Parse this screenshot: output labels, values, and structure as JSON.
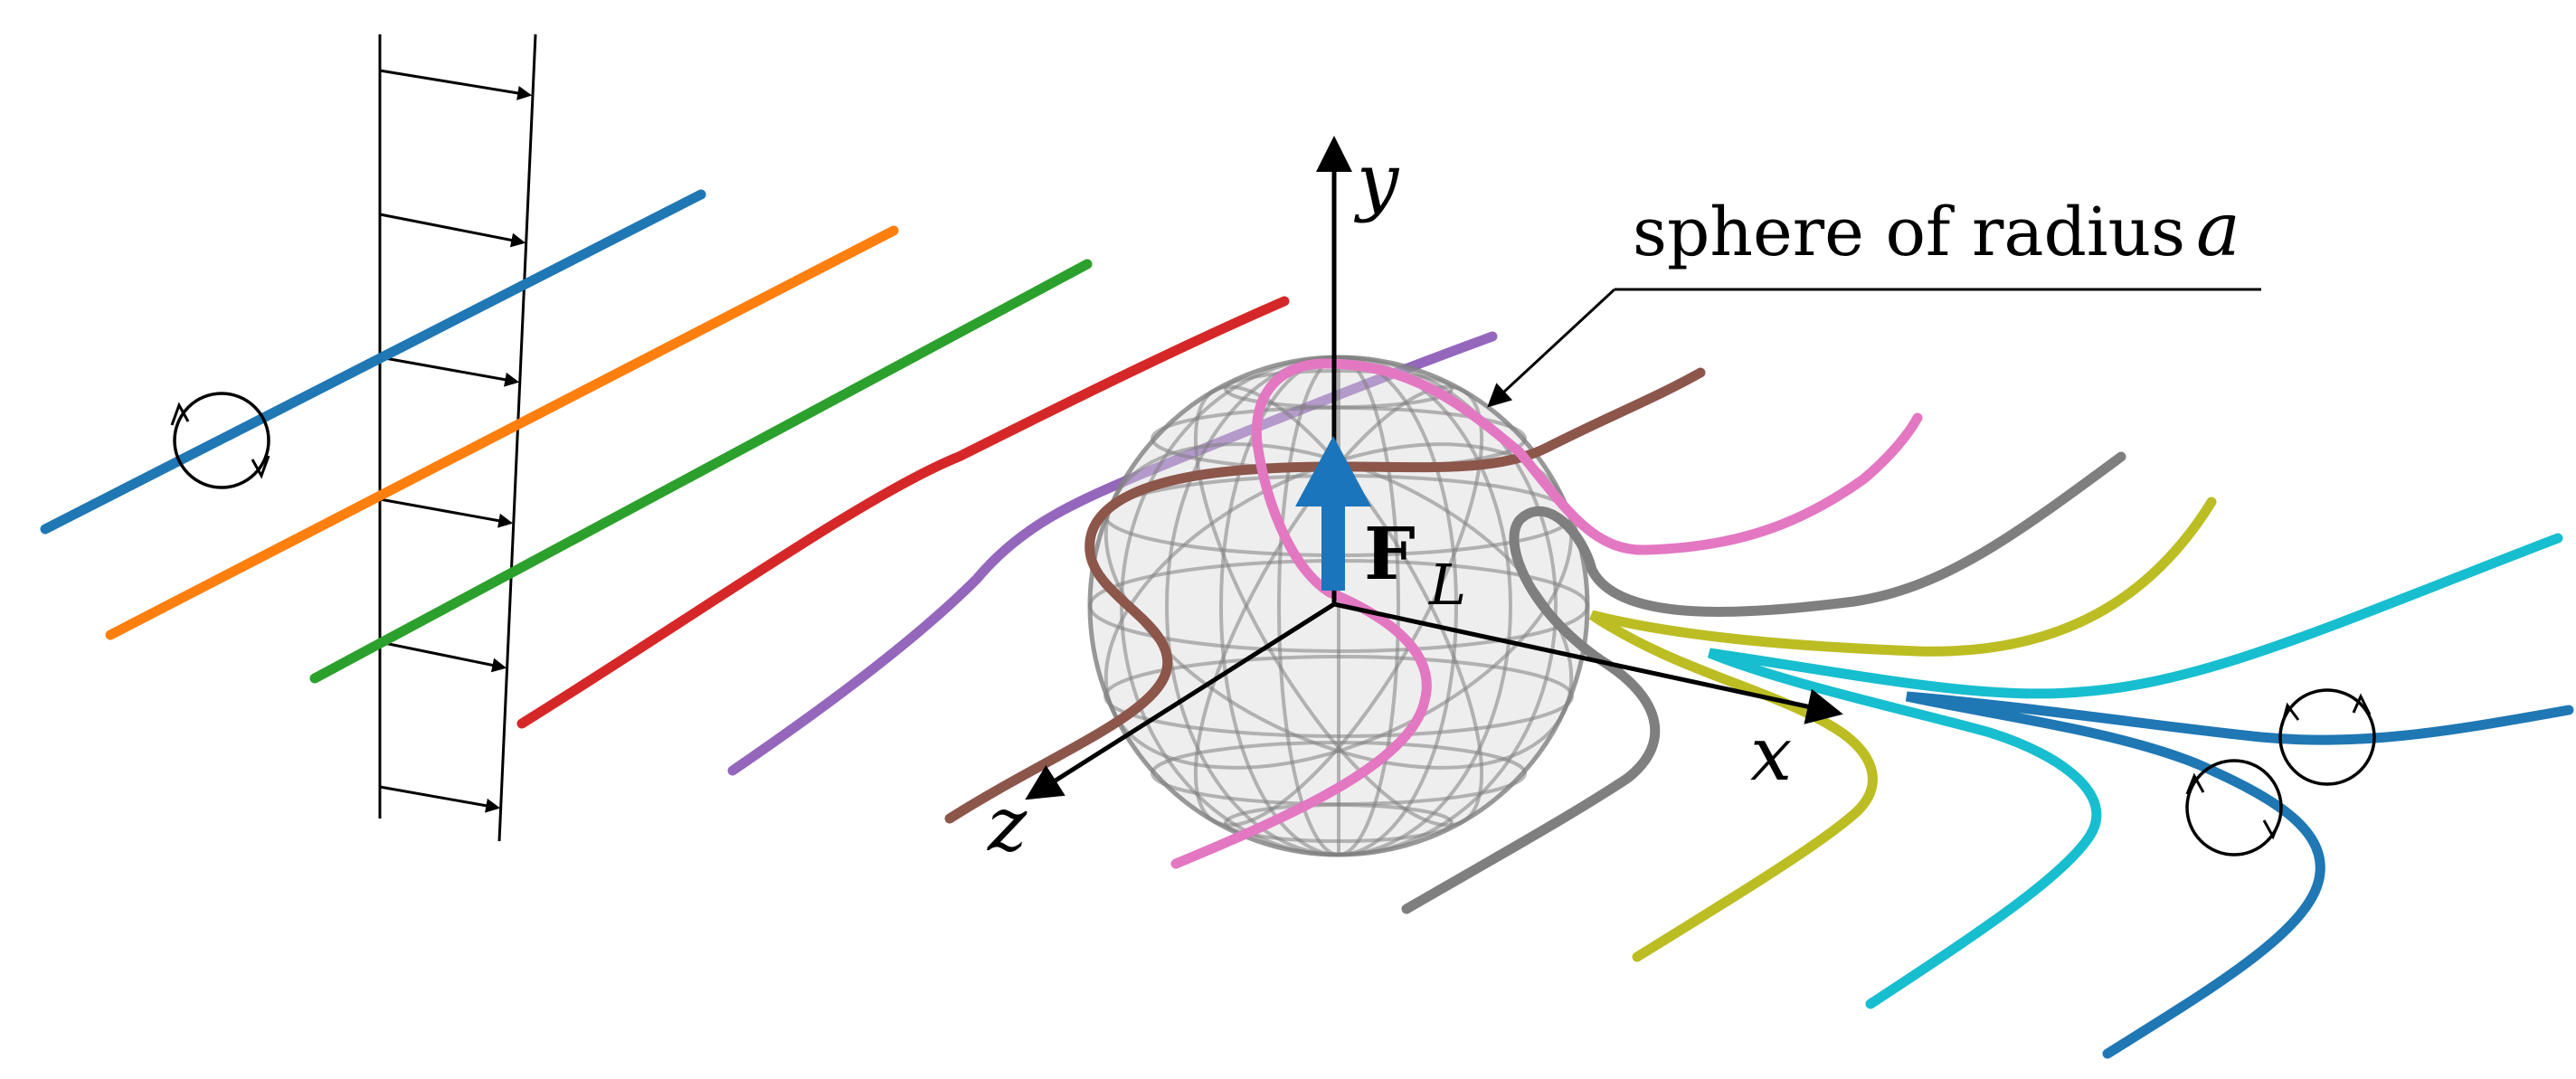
{
  "labels": {
    "axis_y": "y",
    "axis_x": "x",
    "axis_z": "z",
    "force_main": "F",
    "force_sub": "L",
    "sphere_text": "sphere of radius",
    "sphere_symbol": "a"
  },
  "colors": {
    "blue": "#1f77b4",
    "orange": "#ff7f0e",
    "green": "#2ca02c",
    "red": "#d62728",
    "purple": "#9467bd",
    "brown": "#8c564b",
    "pink": "#e377c2",
    "gray": "#7f7f7f",
    "olive": "#bcbd22",
    "cyan": "#17becf",
    "force_arrow": "#1b75bc",
    "sphere_grid": "#808080",
    "axis": "#000000"
  },
  "icons": {
    "rotation_markers": [
      "rotation-arrow-icon",
      "rotation-arrow-icon",
      "rotation-arrow-icon"
    ]
  }
}
